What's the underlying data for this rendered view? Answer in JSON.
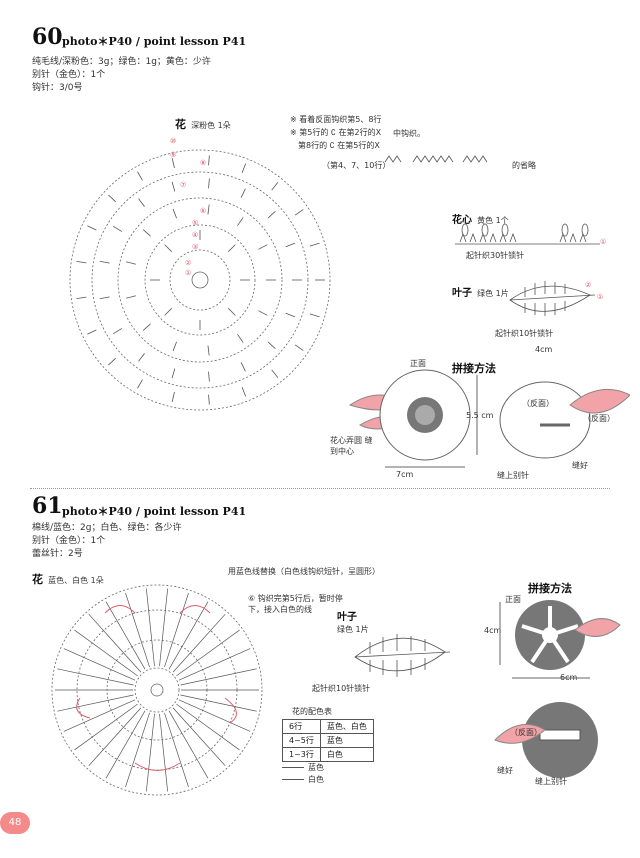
{
  "p60": {
    "number": "60",
    "photo_ref": "photo＊P40 / point lesson P41",
    "specs": [
      "纯毛线/深粉色：3g；绿色：1g；黄色：少许",
      "别针（金色）：1个",
      "钩针：3/0号"
    ],
    "flower_label": "花",
    "flower_color": "深粉色 1朵",
    "notes": [
      "※ 看着反面钩织第5、8行",
      "※ 第5行的 ∁ 在第2行的X",
      "第8行的 ∁ 在第5行的X"
    ],
    "note_tail": "中钩织。",
    "omit_note": "（第4、7、10行）",
    "omit_tail": "的省略",
    "center_label": "花心",
    "center_color": "黄色 1个",
    "center_start": "起针织30针锁针",
    "leaf_label": "叶子",
    "leaf_color": "绿色 1片",
    "leaf_start": "起针织10针锁针",
    "leaf_width": "4cm",
    "assembly_title": "拼接方法",
    "front": "正面",
    "height": "5.5 cm",
    "width": "7cm",
    "center_sew": "花心弄圆 缝到中心",
    "back": "（反面）",
    "back2": "（反面）",
    "sew": "缝好",
    "pin": "缝上别针",
    "rows": [
      "⑩",
      "⑨",
      "⑧",
      "⑦",
      "⑥",
      "⑤",
      "④",
      "③",
      "②",
      "①"
    ]
  },
  "p61": {
    "number": "61",
    "photo_ref": "photo＊P40 / point lesson P41",
    "specs": [
      "棉线/蓝色：2g；白色、绿色：各少许",
      "别针（金色）：1个",
      "蕾丝针：2号"
    ],
    "flower_label": "花",
    "flower_color": "蓝色、白色 1朵",
    "note1": "用蓝色线替换（白色线钩织短针，呈圆形）",
    "note2": "⑥ 钩织完第5行后，暂时停下，接入白色的线",
    "leaf_label": "叶子",
    "leaf_color": "绿色 1片",
    "leaf_start": "起针织10针锁针",
    "table_title": "花的配色表",
    "table": [
      [
        "6行",
        "蓝色、白色"
      ],
      [
        "4~5行",
        "蓝色"
      ],
      [
        "1~3行",
        "白色"
      ]
    ],
    "legend": [
      "蓝色",
      "白色"
    ],
    "assembly_title": "拼接方法",
    "front": "正面",
    "height": "4cm",
    "width": "6cm",
    "back": "（反面）",
    "sew": "缝好",
    "pin": "缝上别针"
  },
  "page_number": "48",
  "colors": {
    "pink": "#f2a3a8",
    "red_accent": "#e05a6b",
    "gray_flower": "#8a8a8a",
    "page_badge": "#f48a8a"
  }
}
